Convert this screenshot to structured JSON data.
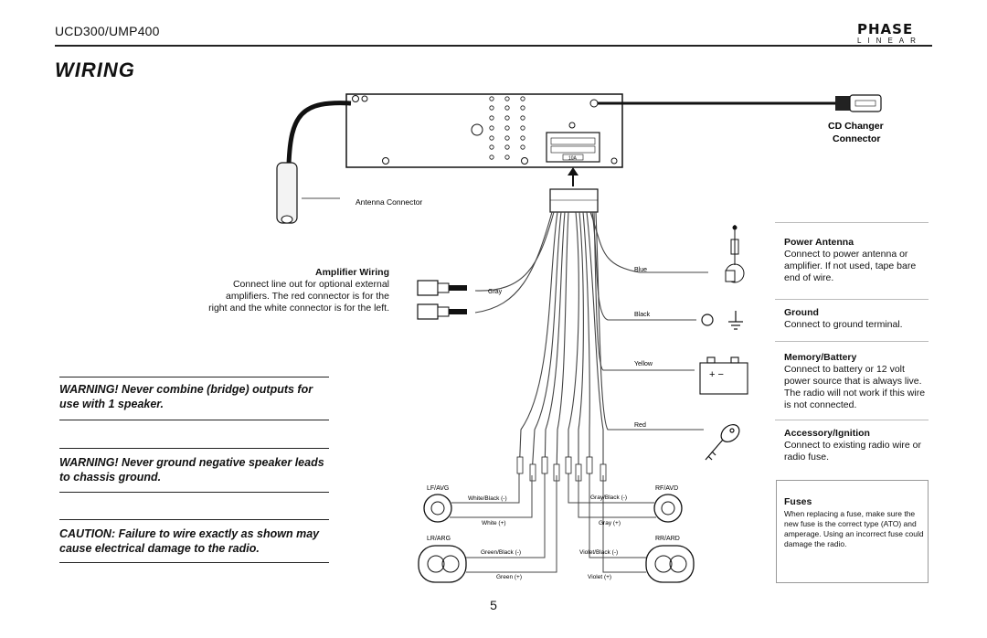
{
  "header": {
    "model": "UCD300/UMP400",
    "logo_main": "PHASE",
    "logo_sub": "LINEAR",
    "section_title": "WIRING"
  },
  "warnings": [
    "WARNING! Never combine (bridge) outputs for use with 1 speaker.",
    "WARNING! Never ground negative speaker leads to chassis ground.",
    "CAUTION: Failure to wire exactly as shown may cause electrical damage to the radio."
  ],
  "amplifier": {
    "title": "Amplifier Wiring",
    "text": "Connect line out for optional external amplifiers. The red connector is for the right and the white connector is for the left."
  },
  "labels": {
    "antenna_connector": "Antenna Connector",
    "cd_changer_line1": "CD Changer",
    "cd_changer_line2": "Connector",
    "fuse_label": "10A",
    "gray": "Gray",
    "blue": "Blue",
    "black": "Black",
    "yellow": "Yellow",
    "red": "Red",
    "lf": "LF/AVG",
    "rf": "RF/AVD",
    "lr": "LR/ARG",
    "rr": "RR/ARD",
    "white_black": "White/Black (-)",
    "white_pos": "White (+)",
    "gray_black": "Gray/Black (-)",
    "gray_pos": "Gray (+)",
    "green_black": "Green/Black (-)",
    "green_pos": "Green (+)",
    "violet_black": "Violet/Black (-)",
    "violet_pos": "Violet (+)",
    "battery_symbol": "+ −"
  },
  "right_column": {
    "power_antenna_title": "Power Antenna",
    "power_antenna_text": "Connect to power antenna or amplifier. If not used, tape bare end of wire.",
    "ground_title": "Ground",
    "ground_text": "Connect to ground terminal.",
    "memory_title": "Memory/Battery",
    "memory_text": "Connect to battery or 12 volt power source that is always live. The radio will not work if this wire is not connected.",
    "accessory_title": "Accessory/Ignition",
    "accessory_text": "Connect to existing radio wire or radio fuse."
  },
  "fuses": {
    "title": "Fuses",
    "text": "When replacing a fuse, make sure the new fuse is the correct type (ATO) and amperage. Using an incorrect fuse could damage the radio."
  },
  "footer": {
    "page_number": "5"
  },
  "colors": {
    "ink": "#111111",
    "wire": "#444444",
    "rule": "#bbbbbb"
  }
}
